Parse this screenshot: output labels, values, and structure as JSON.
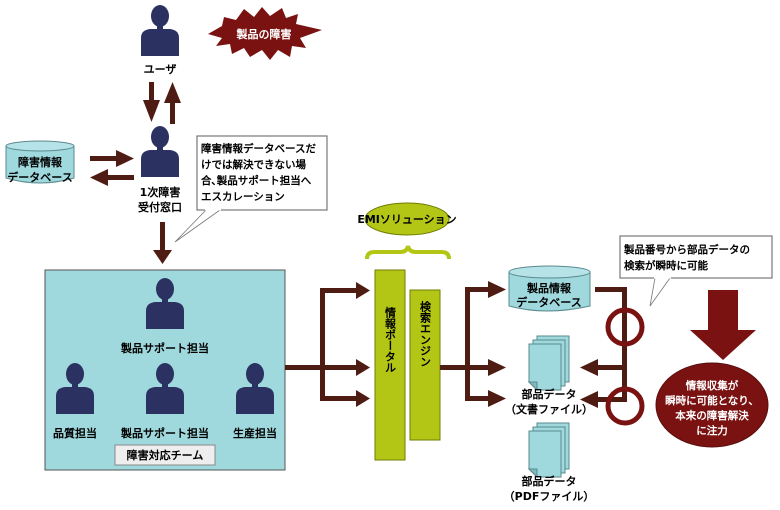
{
  "diagram": {
    "title": "EMI solution fault handling flow",
    "colors": {
      "person": "#2b3160",
      "arrow": "#4e1c12",
      "burst": "#7a1212",
      "teal": "#9fd9de",
      "green": "#b3c615",
      "dark_red": "#7a1212",
      "white": "#ffffff"
    },
    "nodes": {
      "problem_burst": "製品の障害",
      "user": "ユーザ",
      "first_line_1": "1次障害",
      "first_line_2": "受付窓口",
      "fault_db_1": "障害情報",
      "fault_db_2": "データベース",
      "team_leader": "製品サポート担当",
      "team_quality": "品質担当",
      "team_support": "製品サポート担当",
      "team_production": "生産担当",
      "team_label": "障害対応チーム",
      "emi_label": "EMIソリューション",
      "portal": "情報ポータル",
      "search_engine": "検索エンジン",
      "product_db_1": "製品情報",
      "product_db_2": "データベース",
      "parts_doc_1": "部品データ",
      "parts_doc_2": "（文書ファイル）",
      "parts_pdf_1": "部品データ",
      "parts_pdf_2": "（PDFファイル）",
      "result_1": "情報収集が",
      "result_2": "瞬時に可能となり、",
      "result_3": "本来の障害解決",
      "result_4": "に注力"
    },
    "callouts": {
      "escalation_1": "障害情報データベースだ",
      "escalation_2": "けでは解決できない場",
      "escalation_3": "合､製品サポート担当へ",
      "escalation_4": "エスカレーション",
      "search_1": "製品番号から部品データの",
      "search_2": "検索が瞬時に可能"
    }
  }
}
